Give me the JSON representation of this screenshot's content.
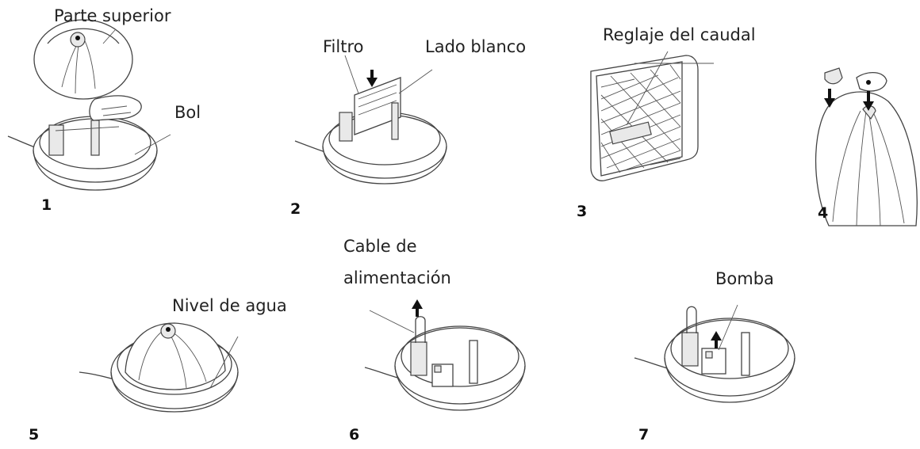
{
  "steps": [
    {
      "number": "1",
      "labels": [
        "Parte superior",
        "Bol"
      ]
    },
    {
      "number": "2",
      "labels": [
        "Filtro",
        "Lado blanco"
      ]
    },
    {
      "number": "3",
      "labels": [
        "Reglaje del caudal"
      ]
    },
    {
      "number": "4",
      "labels": []
    },
    {
      "number": "5",
      "labels": [
        "Nivel de agua"
      ]
    },
    {
      "number": "6",
      "labels": [
        "Cable de",
        "alimentación"
      ]
    },
    {
      "number": "7",
      "labels": [
        "Bomba"
      ]
    }
  ]
}
